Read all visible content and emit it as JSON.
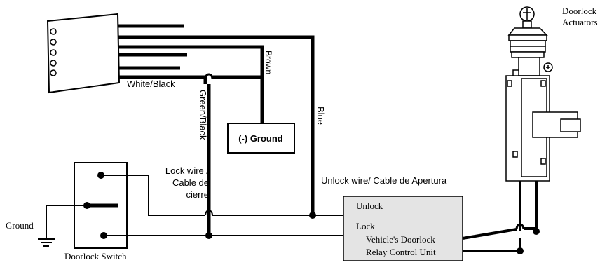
{
  "labels": {
    "actuators_line1": "Doorlock",
    "actuators_line2": "Actuators",
    "white_black": "White/Black",
    "brown": "Brown",
    "green_black": "Green/Black",
    "blue": "Blue",
    "ground_box": "(-) Ground",
    "lock_wire_line1": "Lock wire /",
    "lock_wire_line2": "Cable de",
    "lock_wire_line3": "cierre",
    "unlock_wire": "Unlock  wire/ Cable de Apertura",
    "ground": "Ground",
    "doorlock_switch": "Doorlock Switch",
    "relay_unlock": "Unlock",
    "relay_lock": "Lock",
    "relay_line1": "Vehicle's Doorlock",
    "relay_line2": "Relay Control Unit"
  },
  "colors": {
    "wire": "#000000",
    "relay_fill": "#e4e4e4",
    "background": "#ffffff"
  }
}
